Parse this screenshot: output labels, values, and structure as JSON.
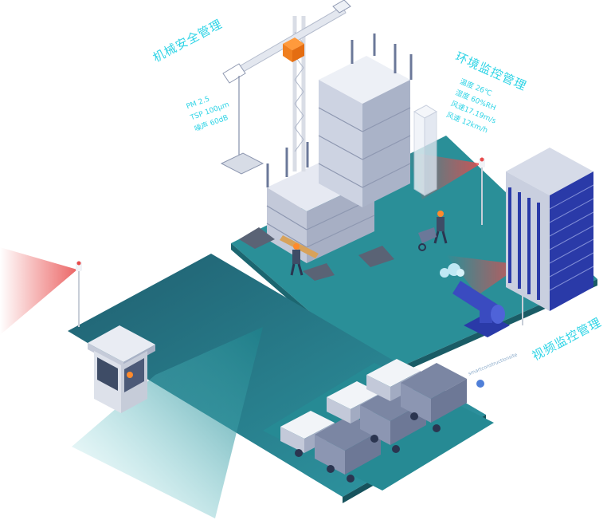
{
  "labels": {
    "machine_safety": "机械安全管理",
    "env_monitor": "环境监控管理",
    "video_monitor": "视频监控管理"
  },
  "machine_metrics": [
    "PM 2.5",
    "TSP 100μm",
    "噪声 60dB"
  ],
  "env_metrics": [
    "温度 26℃",
    "湿度 60%RH",
    "风速17.19m/s",
    "风速 12km/h"
  ],
  "footer_text": "smartconstructionsite",
  "colors": {
    "teal_dark": "#1d6b78",
    "teal": "#2a9aa4",
    "label_cyan": "#2fd4e6",
    "building_blue": "#2a3aa8",
    "alarm_red": "#e84a4a"
  }
}
